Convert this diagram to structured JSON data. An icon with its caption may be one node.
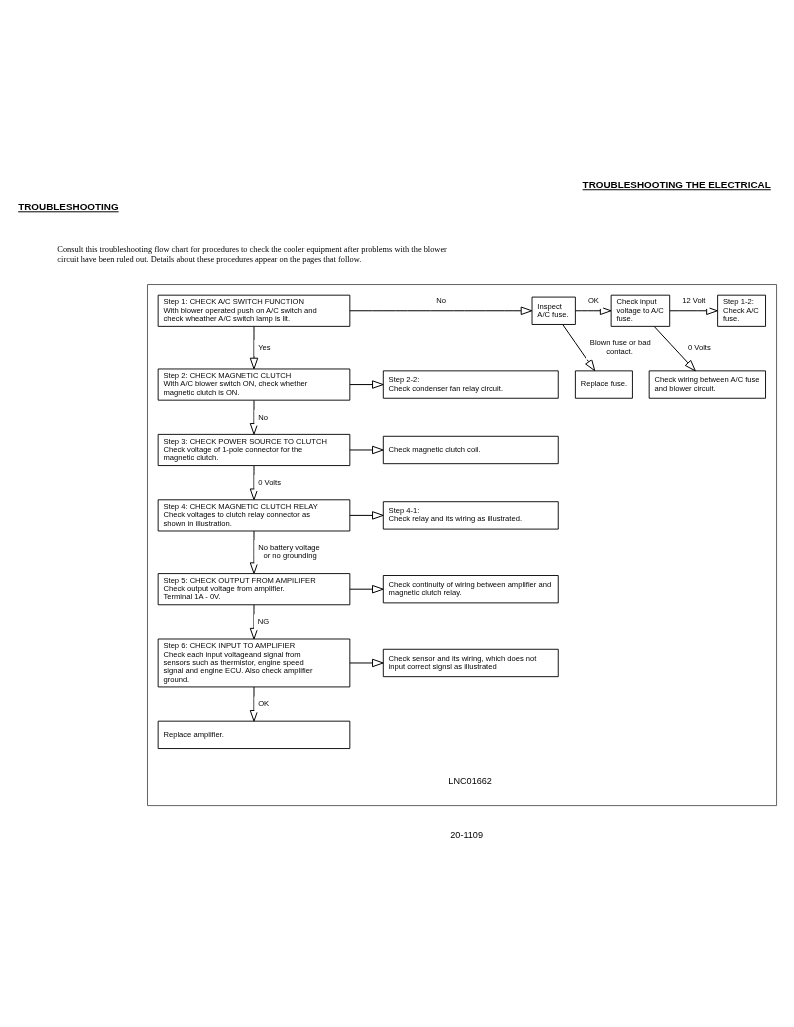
{
  "diagram": {
    "title": "TROUBLESHOOTING THE ELECTRICAL",
    "nodes": [
      {
        "text": [],
        "shape": "box"
      },
      {
        "text": [
          "Step 1: CHECK A/C SWITCH FUNCTION",
          "With blower operated push on A/C switch and check wheather A/C switch lamp is lit."
        ],
        "in": 0
      },
      {
        "text": [
          "Inspect A/C fuse."
        ],
        "in": 0
      },
      {
        "text": [
          "Check input voltage to A/C fuse."
        ],
        "in": 0
      },
      {
        "text": [
          "Step 1-2:",
          "Check A/C fuse."
        ],
        "in": 0
      },
      {
        "text": [
          "Replace fuse."
        ],
        "in": 0
      },
      {
        "text": [
          "Check wiring between A/C fuse and blower circuit."
        ],
        "in": 0
      },
      {
        "text": [
          "Step 2: CHECK MAGNETIC CLUTCH",
          "With A/C blower switch ON, check whether magnetic clutch is ON."
        ],
        "in": 0
      },
      {
        "text": [
          "Step 2-2:",
          "Check condenser fan relay circuit."
        ],
        "in": 0
      },
      {
        "text": [
          "Step 3: CHECK POWER SOURCE TO CLUTCH",
          "Check voltage of 1-pole connector for the magnetic clutch."
        ],
        "in": 0
      },
      {
        "text": [
          "Check magnetic clutch coil."
        ],
        "in": 0
      },
      {
        "text": [
          "Step 4: CHECK MAGNETIC CLUTCH RELAY",
          "Check voltages to clutch relay connector as shown in illustration."
        ],
        "in": 0
      },
      {
        "text": [
          "Step 4-1:",
          "Check relay and its wiring as illustrated."
        ],
        "in": 0
      },
      {
        "text": [
          "Step 5: CHECK OUTPUT FROM AMPILIFER",
          "Check output voltage from amplifier.",
          "Terminal 1A - 0V."
        ],
        "in": 0
      },
      {
        "text": [
          "Check continuity of wiring between amplifier and magnetic clutch relay."
        ],
        "in": 0
      },
      {
        "text": [
          "Step 6: CHECK INPUT TO AMPLIFIER",
          "Check each input voltageand signal from sensors such as thermistor, engine speed signal and engine ECU. Also check amplifier ground."
        ],
        "in": 0
      },
      {
        "text": [
          "Check sensor and its wiring, which does not input correct signsl as illustrated"
        ],
        "in": 0
      },
      {
        "text": [
          "Replace amplifier."
        ],
        "in": 0
      }
    ],
    "edges": [
      {
        "from": 1,
        "to": 2,
        "arrow": "to",
        "label": "No"
      },
      {
        "from": 2,
        "to": 3,
        "arrow": "to",
        "label": "OK"
      },
      {
        "from": 3,
        "to": 4,
        "arrow": "to",
        "label": "12 Volt"
      },
      {
        "from": 2,
        "to": 5,
        "arrow": "to",
        "label": "Blown fuse or bad contact."
      },
      {
        "from": 3,
        "to": 6,
        "arrow": "to",
        "label": "0 Volts"
      },
      {
        "from": 1,
        "to": 7,
        "arrow": "to",
        "label": "Yes"
      },
      {
        "from": 7,
        "to": 8,
        "arrow": "to"
      },
      {
        "from": 7,
        "to": 9,
        "arrow": "to",
        "label": "No"
      },
      {
        "from": 9,
        "to": 10,
        "arrow": "to"
      },
      {
        "from": 9,
        "to": 11,
        "arrow": "to",
        "label": "0 Volts"
      },
      {
        "from": 11,
        "to": 12,
        "arrow": "to"
      },
      {
        "from": 11,
        "to": 13,
        "arrow": "to",
        "label": "No battery voltage or no grounding"
      },
      {
        "from": 13,
        "to": 14,
        "arrow": "to"
      },
      {
        "from": 13,
        "to": 15,
        "arrow": "to",
        "label": "NG"
      },
      {
        "from": 15,
        "to": 16,
        "arrow": "to"
      },
      {
        "from": 15,
        "to": 17,
        "arrow": "to",
        "label": "OK"
      }
    ],
    "labels": [
      "TROUBLESHOOTING",
      "Consult this troubleshooting flow chart for procedures to check the cooler equipment after problems with the blower circuit have been ruled out. Details about these procedures appear on the pages that follow.",
      "LNC01662",
      "20-1109"
    ]
  }
}
